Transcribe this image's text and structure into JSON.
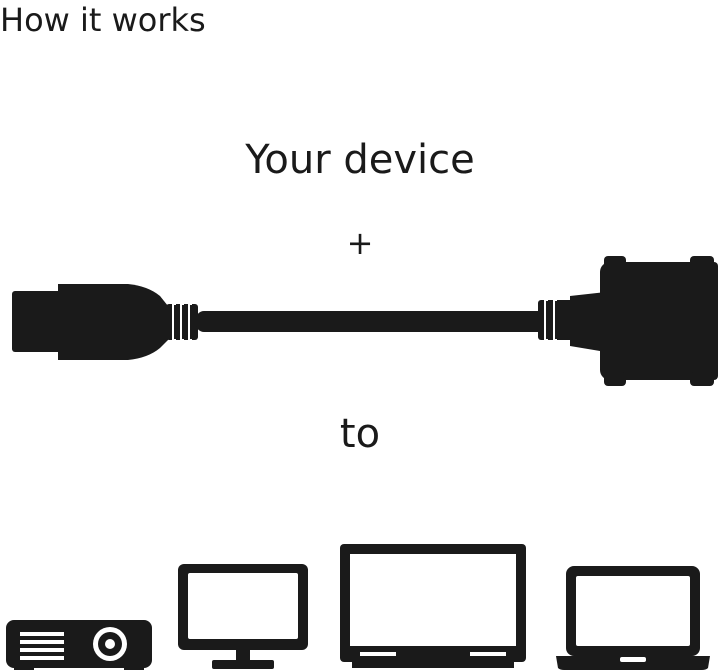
{
  "heading": "How it works",
  "labels": {
    "device": "Your device",
    "plus": "+",
    "to": "to"
  },
  "icons": {
    "cable": "adapter-cable-icon",
    "projector": "projector-icon",
    "monitor": "monitor-icon",
    "tv": "tv-icon",
    "laptop": "laptop-icon"
  },
  "colors": {
    "ink": "#1a1a1a",
    "background": "#ffffff"
  }
}
